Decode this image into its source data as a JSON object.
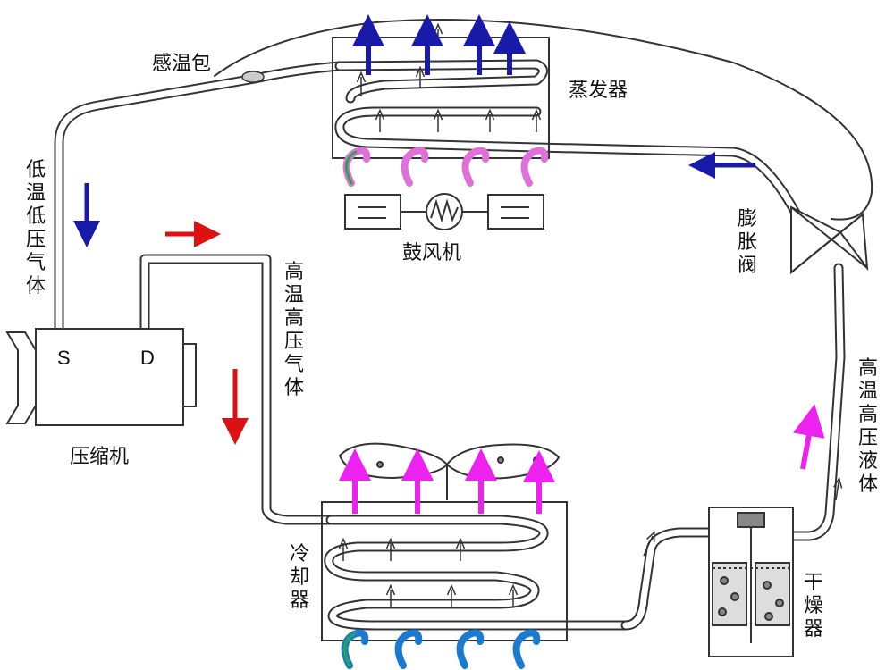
{
  "labels": {
    "sensing_bulb": "感温包",
    "evaporator": "蒸发器",
    "blower": "鼓风机",
    "expansion_valve": "膨胀阀",
    "low_temp_low_pressure_gas": "低温低压气体",
    "high_temp_high_pressure_gas": "高温高压气体",
    "high_temp_high_pressure_liquid": "高温高压液体",
    "compressor": "压缩机",
    "condenser": "冷却器",
    "dryer": "干燥器",
    "suction_port": "S",
    "discharge_port": "D"
  },
  "colors": {
    "line": "#333333",
    "cold_arrow": "#1a1aa8",
    "hot_arrow": "#dd1111",
    "exhaust_arrow": "#ee22ee",
    "swirl_pink": "#e070d8",
    "swirl_blue": "#1a7ad0",
    "swirl_green": "#22aa44"
  }
}
